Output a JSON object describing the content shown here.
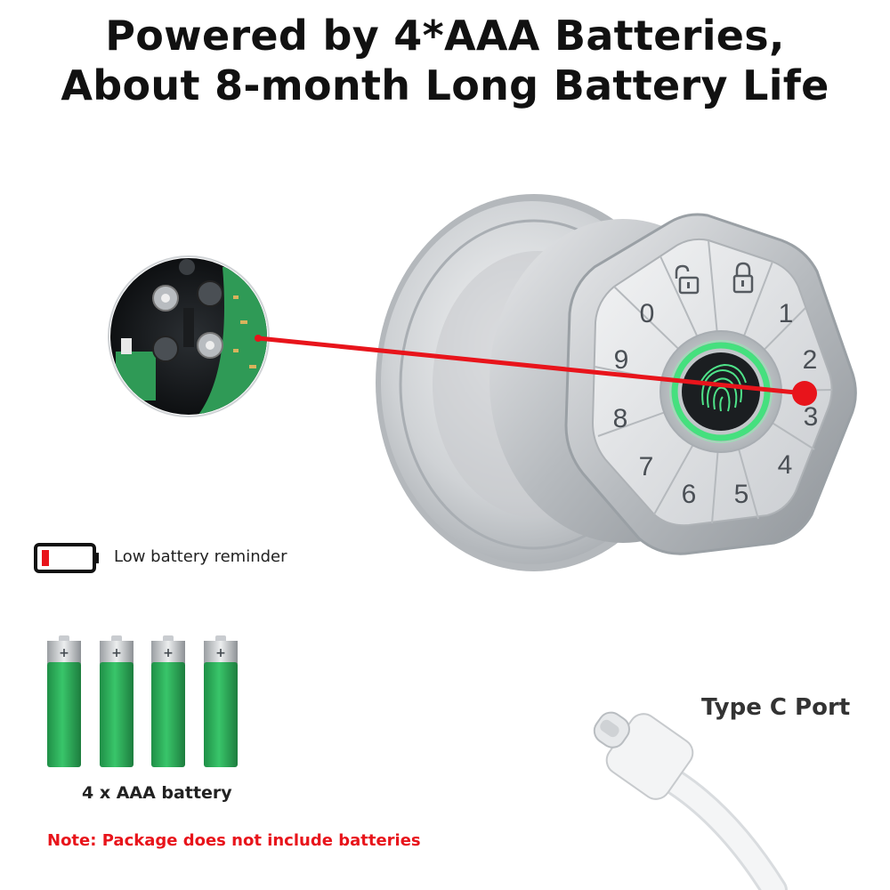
{
  "headline": {
    "line1": "Powered by 4*AAA Batteries,",
    "line2": "About 8-month Long Battery Life"
  },
  "keypad": {
    "keys": [
      "0",
      "1",
      "2",
      "3",
      "4",
      "5",
      "6",
      "7",
      "8",
      "9"
    ]
  },
  "captions": {
    "low_battery": "Low battery reminder",
    "batteries": "4 x AAA battery",
    "battery_plus": "+",
    "type_c": "Type C Port",
    "note": "Note: Package does not include batteries"
  },
  "icons": {
    "low_battery": "low-battery-icon",
    "unlock": "unlocked-padlock-icon",
    "lock": "locked-padlock-icon",
    "fingerprint": "fingerprint-icon"
  },
  "colors": {
    "pointer_red": "#e8141b",
    "battery_green": "#2cb25a",
    "fingerprint_ring": "#3ee27a",
    "note_red": "#e8141b"
  }
}
